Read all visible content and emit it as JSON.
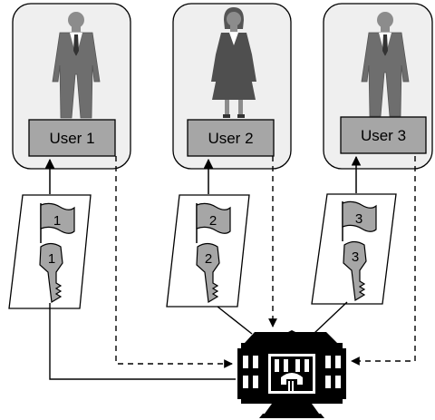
{
  "users": [
    {
      "label": "User 1",
      "number": "1",
      "figure": "man"
    },
    {
      "label": "User 2",
      "number": "2",
      "figure": "woman"
    },
    {
      "label": "User 3",
      "number": "3",
      "figure": "man"
    }
  ],
  "colors": {
    "card_fill": "#efefef",
    "label_fill": "#a6a6a6",
    "figure_dark": "#6e6e6e",
    "figure_woman": "#4f4f4f",
    "head": "#8c8c8c",
    "shirt": "#ffffff",
    "tie": "#333333",
    "icon_fill": "#a6a6a6",
    "building": "#000000",
    "stroke": "#000000"
  },
  "icons": {
    "card": "document-card-icon",
    "flag": "flag-icon",
    "key": "key-icon",
    "building": "bank-building-icon"
  }
}
